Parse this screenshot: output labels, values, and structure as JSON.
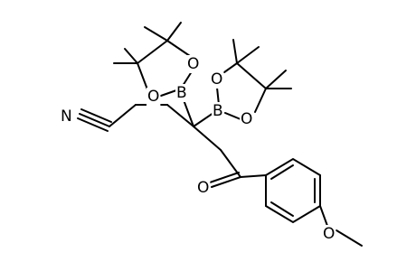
{
  "colors": {
    "background": "#ffffff",
    "ink": "#000000"
  },
  "molecule": {
    "atoms": [
      {
        "id": "N",
        "label": "N"
      },
      {
        "id": "O_ketone",
        "label": "O"
      },
      {
        "id": "B_left",
        "label": "B"
      },
      {
        "id": "O_left_top",
        "label": "O"
      },
      {
        "id": "O_left_bottom",
        "label": "O"
      },
      {
        "id": "B_right",
        "label": "B"
      },
      {
        "id": "O_right_top",
        "label": "O"
      },
      {
        "id": "O_right_bottom",
        "label": "O"
      },
      {
        "id": "O_methoxy",
        "label": "O"
      }
    ]
  }
}
